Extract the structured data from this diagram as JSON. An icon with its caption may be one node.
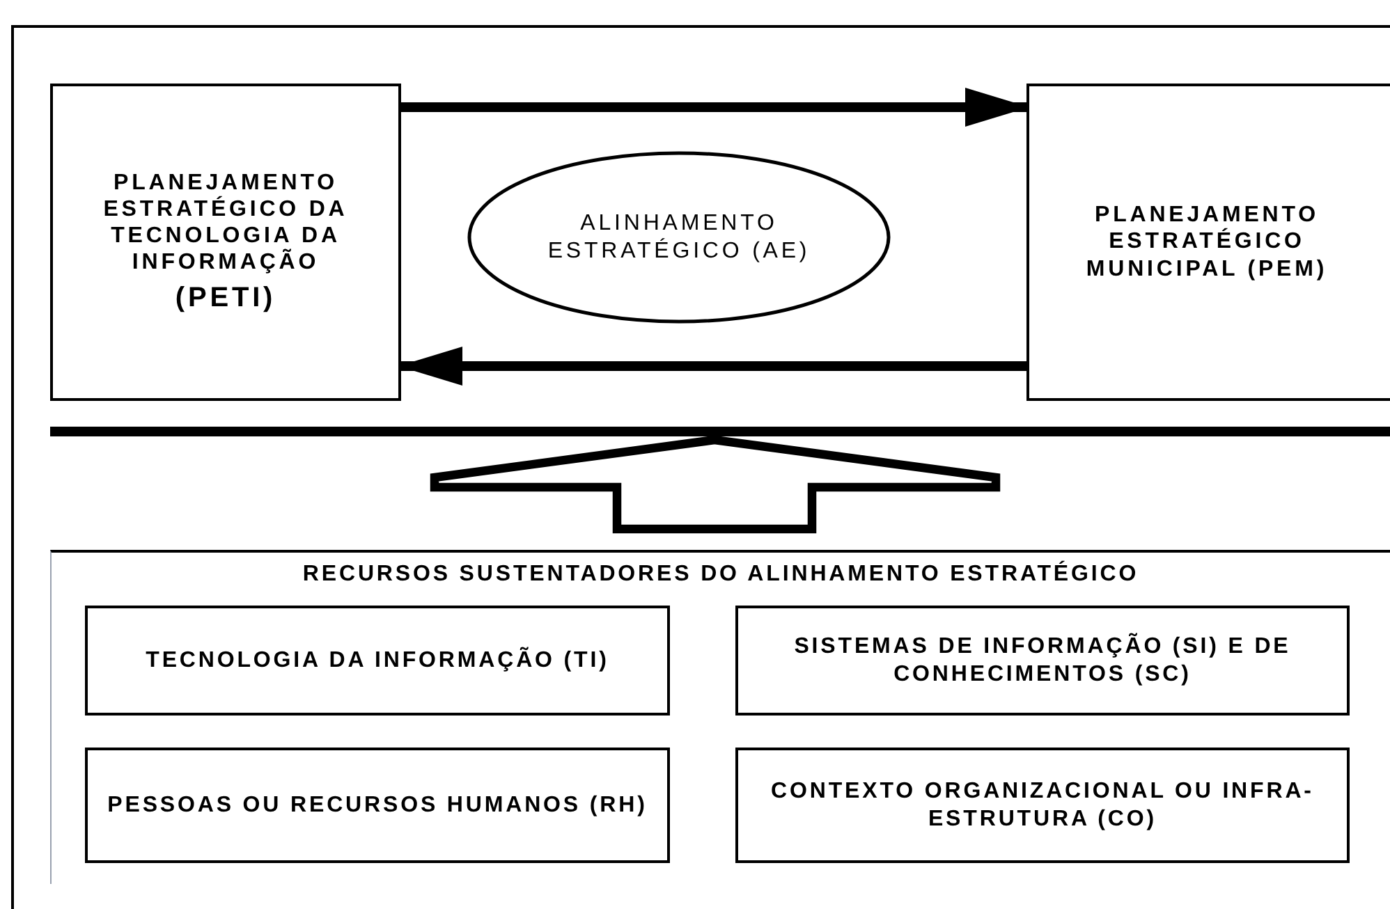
{
  "diagram": {
    "nodes": [
      {
        "text": [
          "PLANEJAMENTO ESTRATÉGICO DA TECNOLOGIA DA INFORMAÇÃO",
          "(PETI)"
        ]
      },
      {
        "text": [
          "ALINHAMENTO ESTRATÉGICO (AE)"
        ]
      },
      {
        "text": [
          "PLANEJAMENTO ESTRATÉGICO MUNICIPAL (PEM)"
        ]
      },
      {
        "text": [
          "RECURSOS SUSTENTADORES DO ALINHAMENTO ESTRATÉGICO"
        ]
      },
      {
        "text": [
          "TECNOLOGIA DA INFORMAÇÃO (TI)"
        ],
        "in": 3
      },
      {
        "text": [
          "SISTEMAS DE INFORMAÇÃO (SI) E DE CONHECIMENTOS (SC)"
        ],
        "in": 3
      },
      {
        "text": [
          "PESSOAS OU RECURSOS HUMANOS (RH)"
        ],
        "in": 3
      },
      {
        "text": [
          "CONTEXTO ORGANIZACIONAL OU INFRA-ESTRUTURA (CO)"
        ],
        "in": 3
      }
    ],
    "edges": [
      {
        "from": 0,
        "to": 2,
        "arrow": "to"
      },
      {
        "from": 2,
        "to": 0,
        "arrow": "to"
      },
      {
        "from": 3,
        "to": null,
        "arrow": "to",
        "style": "thick"
      }
    ]
  }
}
